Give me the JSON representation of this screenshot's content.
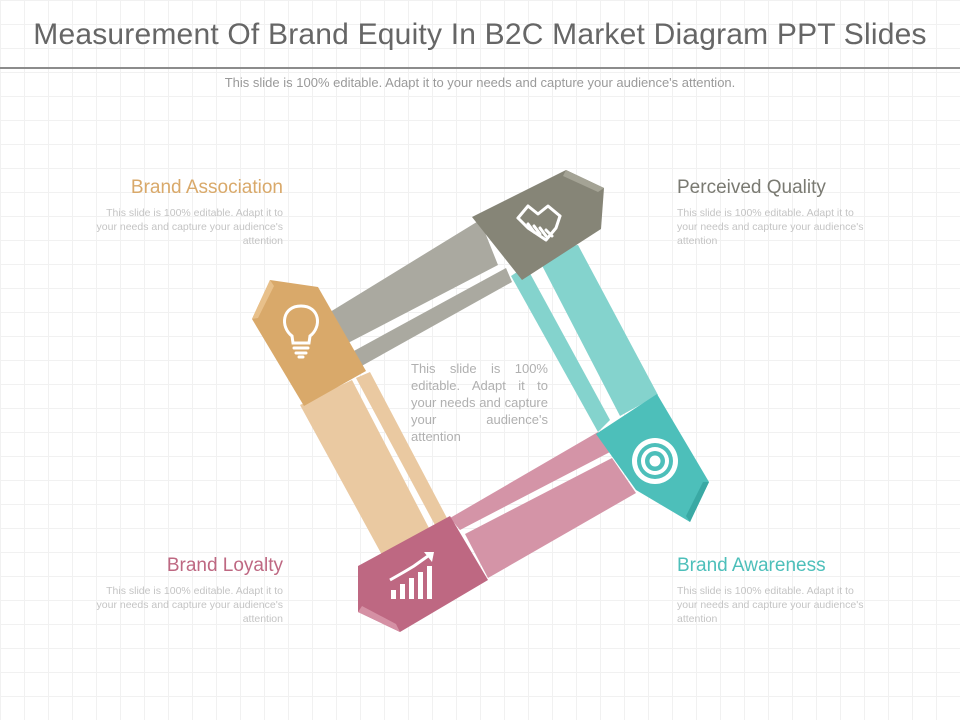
{
  "title": "Measurement Of Brand Equity In B2C Market Diagram PPT Slides",
  "subtitle": "This slide is 100% editable. Adapt it to your needs and capture your audience's attention.",
  "center_text": "This slide is 100% editable. Adapt it to your needs and capture your audience's attention",
  "items": [
    {
      "label": "Brand Association",
      "desc": "This slide is 100% editable. Adapt it to your needs and capture your audience's attention",
      "color": "#D9A96A",
      "icon": "lightbulb-icon"
    },
    {
      "label": "Perceived Quality",
      "desc": "This slide is 100% editable. Adapt it to your needs and capture your audience's attention",
      "color": "#878678",
      "icon": "handshake-icon"
    },
    {
      "label": "Brand Awareness",
      "desc": "This slide is 100% editable. Adapt it to your needs and capture your audience's attention",
      "color": "#4DBFBA",
      "icon": "target-icon"
    },
    {
      "label": "Brand Loyalty",
      "desc": "This slide is 100% editable. Adapt it to your needs and capture your audience's attention",
      "color": "#BE6882",
      "icon": "growth-chart-icon"
    }
  ]
}
